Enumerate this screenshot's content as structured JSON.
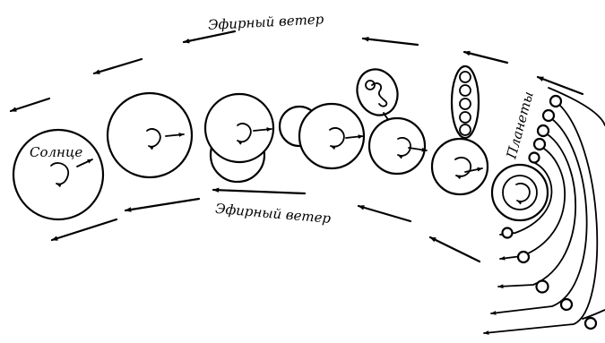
{
  "labels": {
    "ether_wind_top": "Эфирный ветер",
    "ether_wind_bottom": "Эфирный ветер",
    "sun": "Солнце",
    "planets": "Планеты"
  }
}
